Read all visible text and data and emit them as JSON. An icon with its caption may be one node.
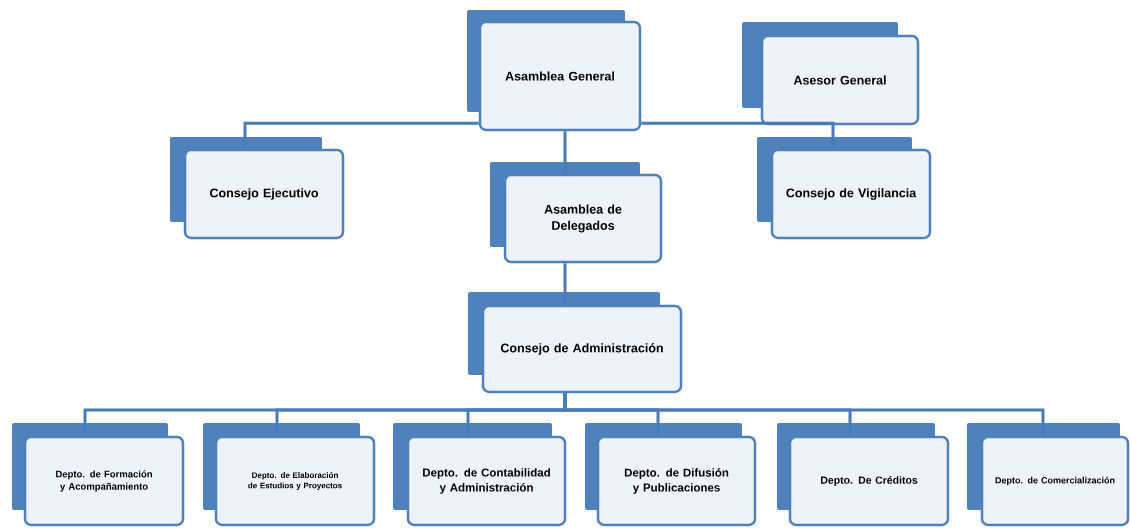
{
  "diagram": {
    "nodes": [
      {
        "text": [
          "Asamblea General"
        ]
      },
      {
        "text": [
          "Asesor General"
        ]
      },
      {
        "text": [
          "Consejo Ejecutivo"
        ]
      },
      {
        "text": [
          "Asamblea de Delegados"
        ]
      },
      {
        "text": [
          "Consejo de Vigilancia"
        ]
      },
      {
        "text": [
          "Consejo de Administración"
        ]
      },
      {
        "text": [
          "Depto. de Formación y Acompañamiento"
        ]
      },
      {
        "text": [
          "Depto. de Elaboración de Estudios y Proyectos"
        ]
      },
      {
        "text": [
          "Depto. de Contabilidad y Administración"
        ]
      },
      {
        "text": [
          "Depto. de Difusión y Publicaciones"
        ]
      },
      {
        "text": [
          "Depto. De Créditos"
        ]
      },
      {
        "text": [
          "Depto. de Comercialización"
        ]
      }
    ],
    "edges": [
      {
        "from": 0,
        "to": 2,
        "arrow": "none"
      },
      {
        "from": 0,
        "to": 3,
        "arrow": "none"
      },
      {
        "from": 0,
        "to": 4,
        "arrow": "none"
      },
      {
        "from": 3,
        "to": 5,
        "arrow": "none"
      },
      {
        "from": 5,
        "to": 6,
        "arrow": "none"
      },
      {
        "from": 5,
        "to": 7,
        "arrow": "none"
      },
      {
        "from": 5,
        "to": 8,
        "arrow": "none"
      },
      {
        "from": 5,
        "to": 9,
        "arrow": "none"
      },
      {
        "from": 5,
        "to": 10,
        "arrow": "none"
      },
      {
        "from": 5,
        "to": 11,
        "arrow": "none"
      }
    ]
  }
}
